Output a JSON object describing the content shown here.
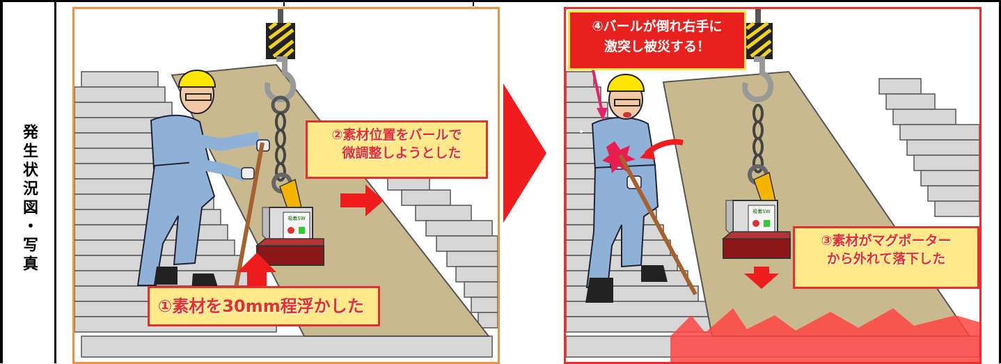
{
  "row_label": "発生状況図・写真",
  "panel_before": {
    "callout_1": "①素材を30mm程浮かした",
    "callout_2_line1": "②素材位置をバールで",
    "callout_2_line2": "微調整しようとした",
    "magnet_label": "吸着SW"
  },
  "panel_after": {
    "callout_3_line1": "③素材がマグポーター",
    "callout_3_line2": "から外れて落下した",
    "callout_4_line1": "④バールが倒れ右手に",
    "callout_4_line2": "激突し被災する！",
    "magnet_label": "吸着SW"
  },
  "colors": {
    "panel_before_border": "#e8954a",
    "panel_after_border": "#e53030",
    "callout_fill": "#ffe98a",
    "callout_text": "#e53030",
    "alert_fill": "#e8201e",
    "arrow": "#ee1c1c"
  },
  "icons": [
    "crane-hook-icon",
    "worker-icon",
    "magnet-lifter-icon",
    "crowbar-icon",
    "arrow-right-icon",
    "arrow-up-icon",
    "arrow-down-icon",
    "impact-burst-icon"
  ]
}
